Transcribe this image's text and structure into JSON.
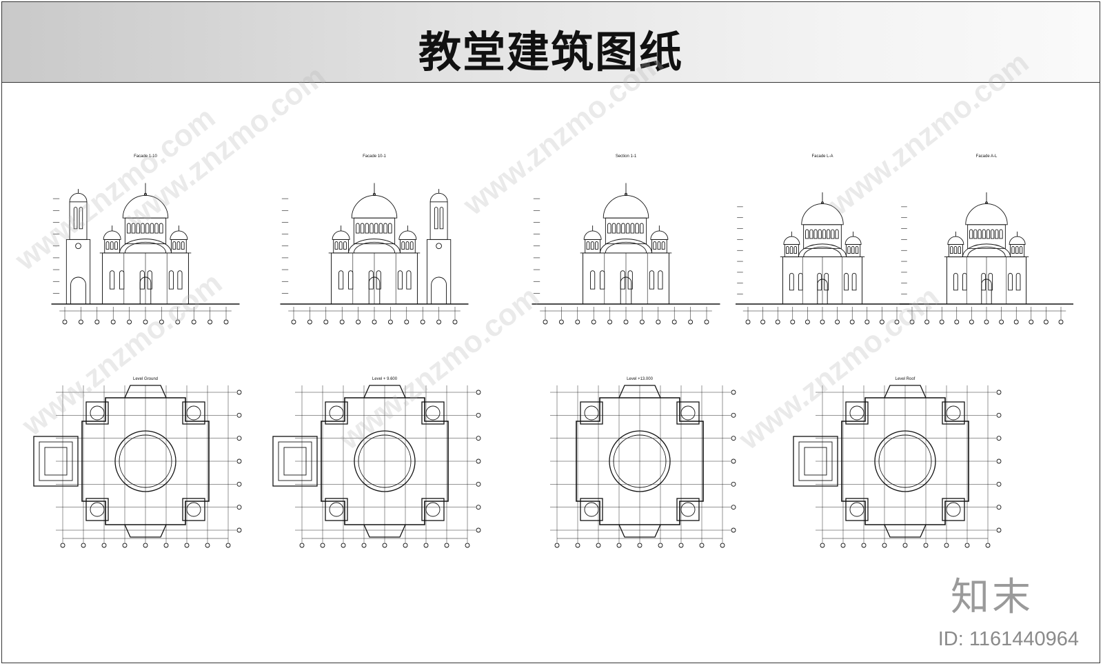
{
  "header": {
    "title": "教堂建筑图纸"
  },
  "drawings": {
    "elevations": [
      {
        "label": "Facade 1-10"
      },
      {
        "label": "Facade 10-1"
      },
      {
        "label": "Section 1-1"
      },
      {
        "label": "Facade  L-A"
      },
      {
        "label": "Facade A-L"
      }
    ],
    "plans": [
      {
        "label": "Level Ground"
      },
      {
        "label": "Level + 9.600"
      },
      {
        "label": "Level +13.000"
      },
      {
        "label": "Level Roof"
      }
    ]
  },
  "watermark": {
    "text": "www.znzmo.com",
    "brand": "知末"
  },
  "footer": {
    "brand": "知末",
    "id_text": "ID: 1161440964"
  }
}
